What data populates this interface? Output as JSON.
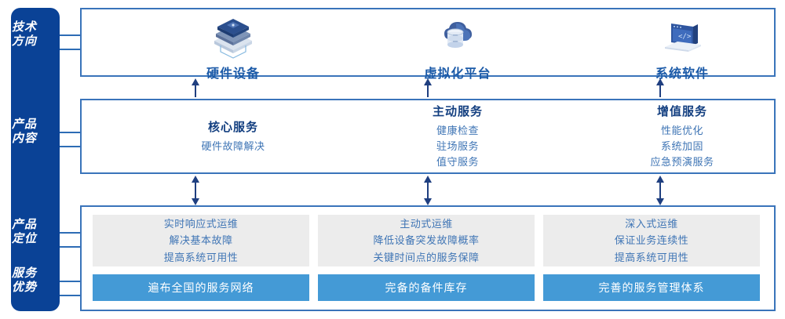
{
  "sidebar": {
    "sections": [
      {
        "name": "technology-direction",
        "lines": [
          "技术",
          "方向"
        ]
      },
      {
        "name": "product-content",
        "lines": [
          "产品",
          "内容"
        ]
      },
      {
        "name": "product-positioning",
        "lines": [
          "产品",
          "定位"
        ]
      },
      {
        "name": "service-advantage",
        "lines": [
          "服务",
          "优势"
        ]
      }
    ]
  },
  "technology": {
    "columns": [
      {
        "icon": "server-stack-icon",
        "label": "硬件设备"
      },
      {
        "icon": "cloud-database-icon",
        "label": "虚拟化平台"
      },
      {
        "icon": "laptop-code-icon",
        "label": "系统软件"
      }
    ]
  },
  "product_content": {
    "columns": [
      {
        "title": "核心服务",
        "items": [
          "硬件故障解决"
        ]
      },
      {
        "title": "主动服务",
        "items": [
          "健康检查",
          "驻场服务",
          "值守服务"
        ]
      },
      {
        "title": "增值服务",
        "items": [
          "性能优化",
          "系统加固",
          "应急预演服务"
        ]
      }
    ]
  },
  "positioning": {
    "boxes": [
      {
        "lines": [
          "实时响应式运维",
          "解决基本故障",
          "提高系统可用性"
        ]
      },
      {
        "lines": [
          "主动式运维",
          "降低设备突发故障概率",
          "关键时间点的服务保障"
        ]
      },
      {
        "lines": [
          "深入式运维",
          "保证业务连续性",
          "提高系统可用性"
        ]
      }
    ]
  },
  "advantages": {
    "bars": [
      "遍布全国的服务网络",
      "完备的备件库存",
      "完善的服务管理体系"
    ]
  },
  "colors": {
    "sidebar_blue": "#0a4296",
    "panel_border": "#3a74ba",
    "title_navy": "#133f80",
    "text_blue": "#3f75b5",
    "tech_label_blue": "#1b5aa8",
    "bar_blue": "#449ad6",
    "gray_box": "#ececec"
  }
}
